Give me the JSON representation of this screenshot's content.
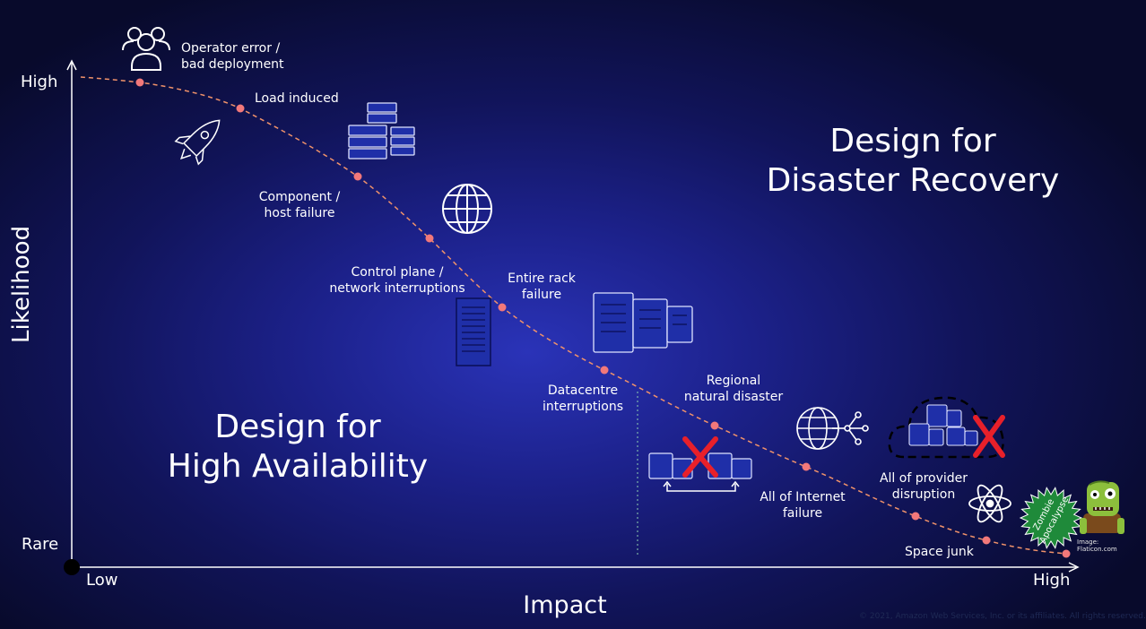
{
  "axes": {
    "y_title": "Likelihood",
    "x_title": "Impact",
    "y_high": "High",
    "y_low": "Rare",
    "x_low": "Low",
    "x_high": "High"
  },
  "regions": {
    "left": [
      "Design for",
      "High Availability"
    ],
    "right": [
      "Design for",
      "Disaster Recovery"
    ]
  },
  "events": [
    {
      "label": [
        "Operator error /",
        "bad deployment"
      ],
      "icon": "users-icon"
    },
    {
      "label": [
        "Load induced"
      ],
      "icon": "rocket-icon"
    },
    {
      "label": [
        "Component /",
        "host failure"
      ],
      "icon": "server-stack-icon"
    },
    {
      "label": [
        "Control plane /",
        "network interruptions"
      ],
      "icon": "globe-icon"
    },
    {
      "label": [
        "Entire rack",
        "failure"
      ],
      "icon": "server-rack-icon"
    },
    {
      "label": [
        "Datacentre",
        "interruptions"
      ],
      "icon": "datacenter-icon"
    },
    {
      "label": [
        "Regional",
        "natural disaster"
      ],
      "icon": "datacenter-cross-icon"
    },
    {
      "label": [
        "All of Internet",
        "failure"
      ],
      "icon": "globe-network-icon"
    },
    {
      "label": [
        "All of provider",
        "disruption"
      ],
      "icon": "cloud-cross-icon"
    },
    {
      "label": [
        "Space junk"
      ],
      "icon": "atom-icon"
    }
  ],
  "badge": {
    "lines": [
      "Zombie",
      "Apocalypse"
    ],
    "icon": "zombie-icon"
  },
  "credit": "Image: Flaticon.com",
  "copyright": "© 2021, Amazon Web Services, Inc. or its affiliates. All rights reserved.",
  "colors": {
    "curve": "#f0926a",
    "dot": "#f2787a",
    "cross": "#e8202a",
    "icon_fill": "#1f2fa8",
    "icon_stroke": "#dfe3ff"
  }
}
